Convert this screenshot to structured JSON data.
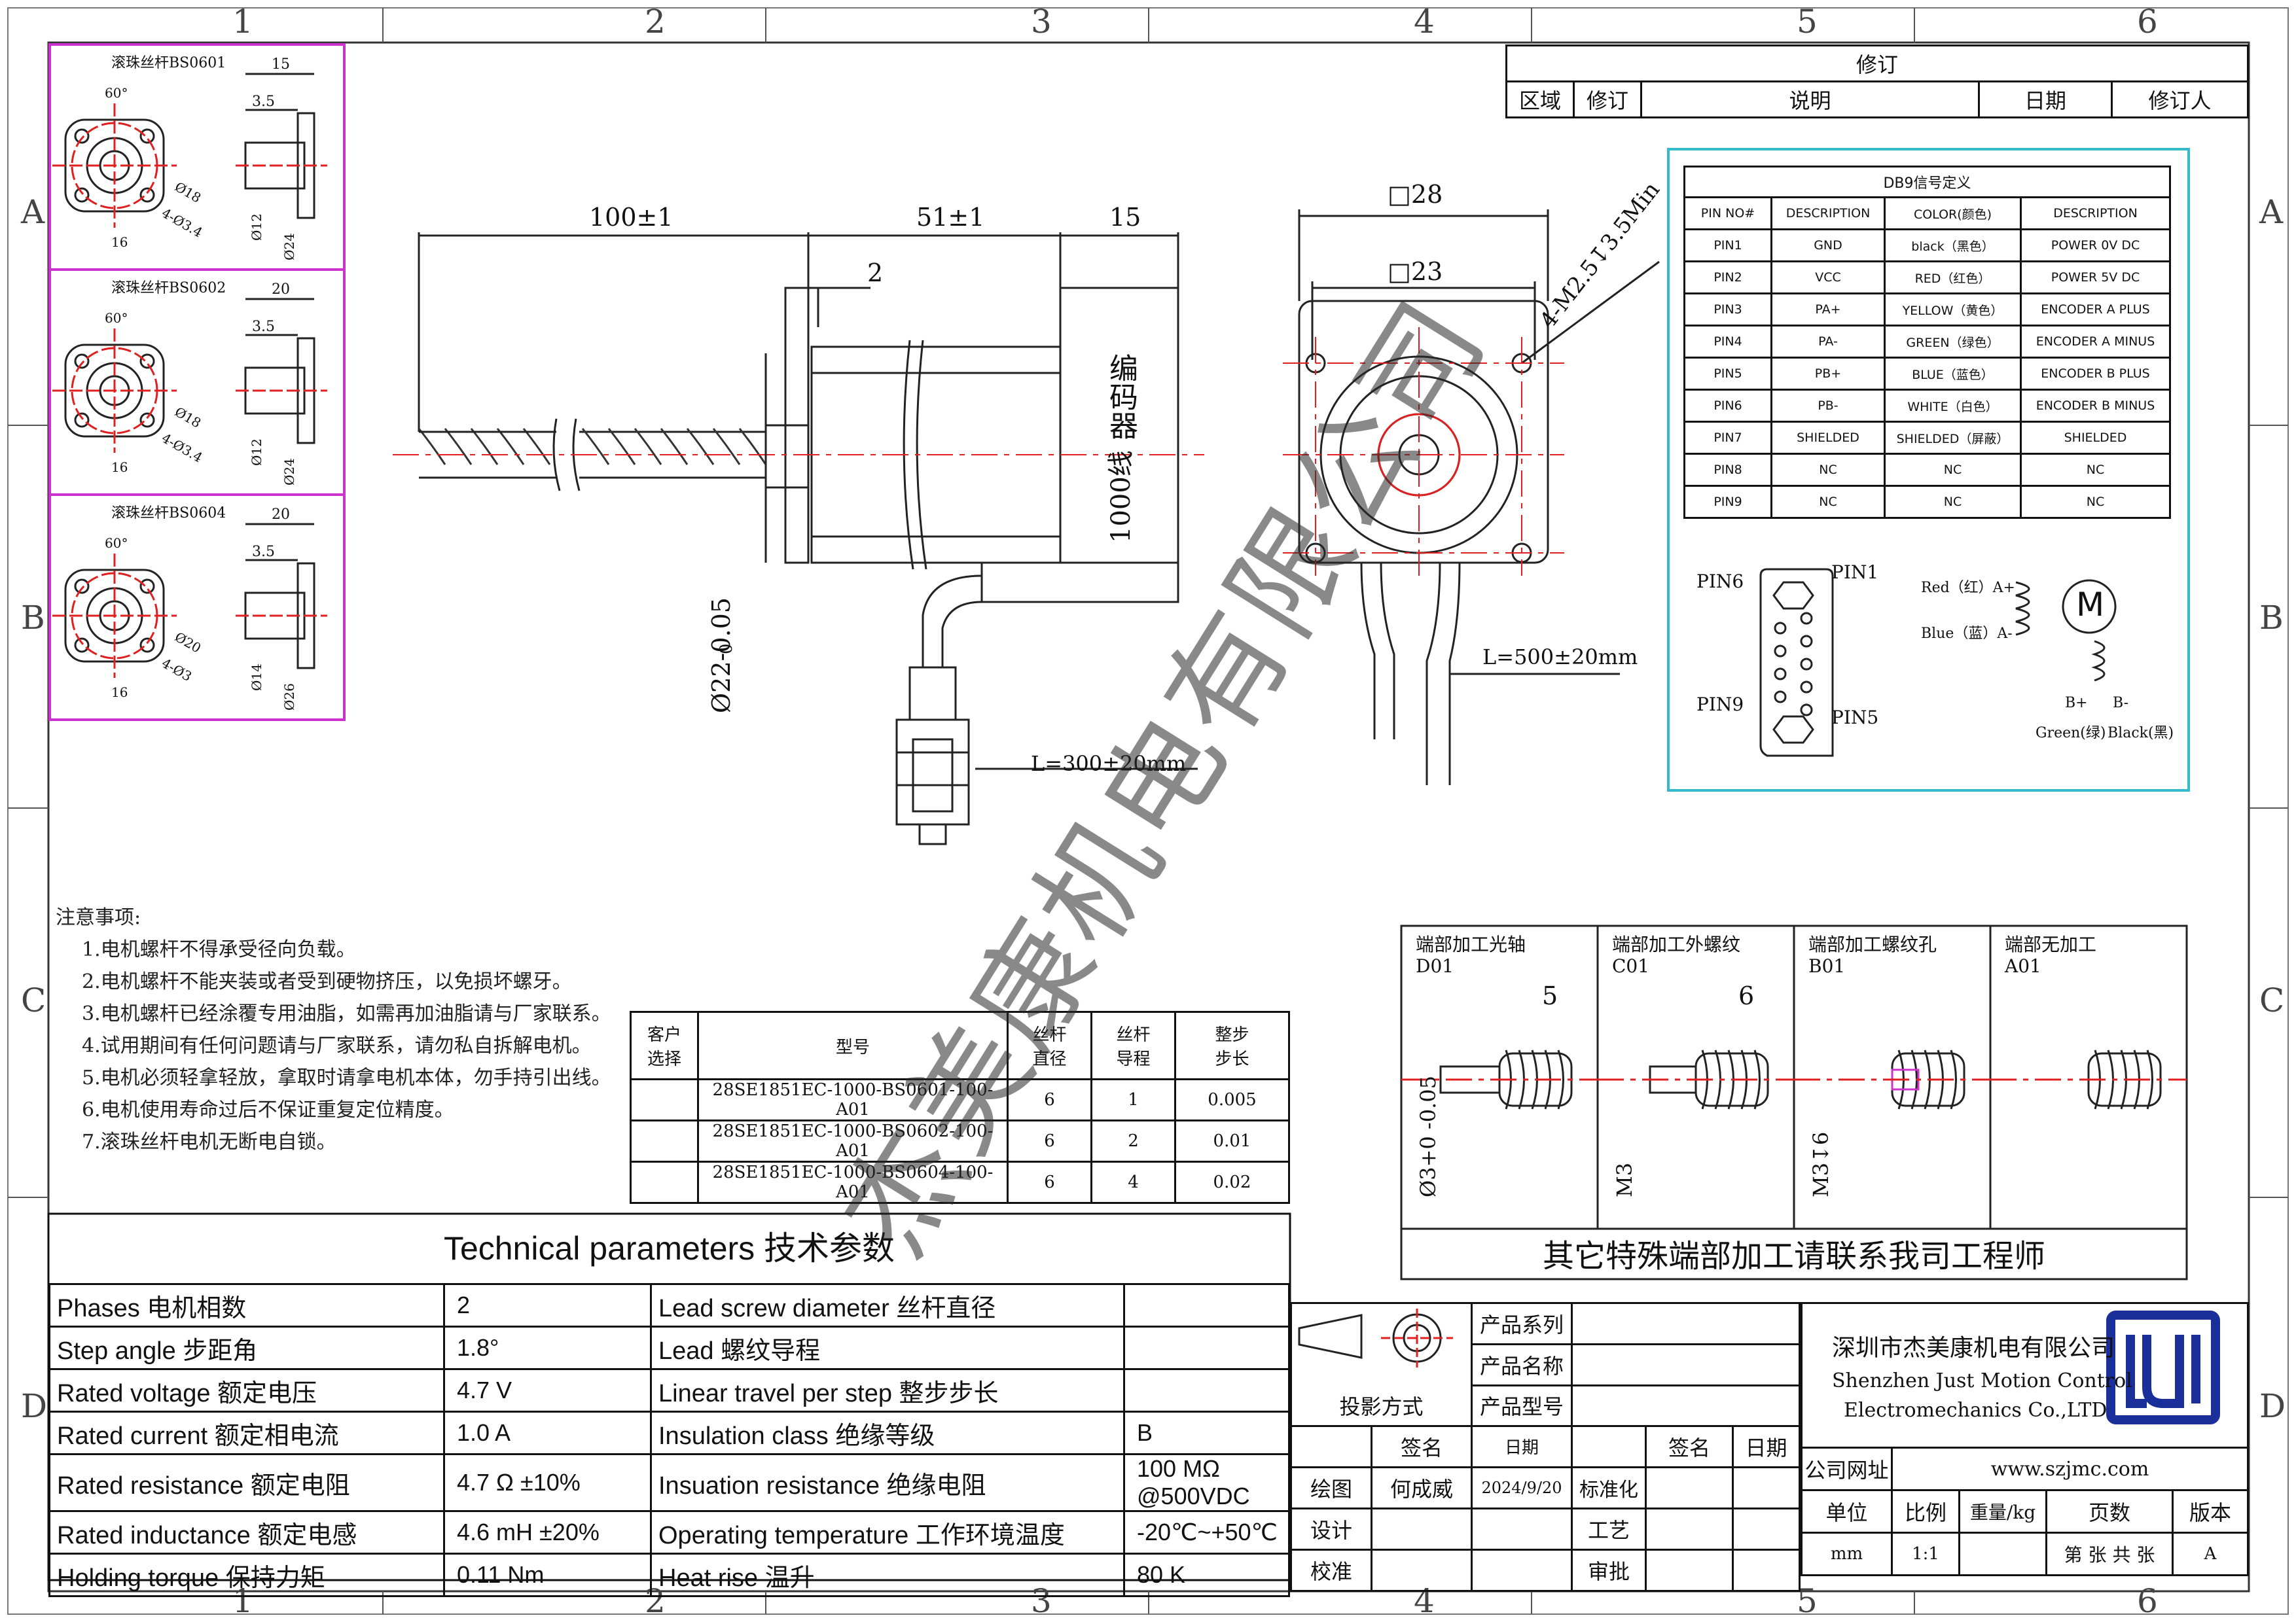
{
  "zones": {
    "cols": [
      "1",
      "2",
      "3",
      "4",
      "5",
      "6"
    ],
    "rows": [
      "A",
      "B",
      "C",
      "D"
    ]
  },
  "revision": {
    "title": "修订",
    "headers": [
      "区域",
      "修订",
      "说明",
      "日期",
      "修订人"
    ]
  },
  "variants": [
    {
      "name": "滚珠丝杆BS0601",
      "dims": [
        "15",
        "3.5",
        "60°",
        "Ø18",
        "4-Ø3.4",
        "16",
        "Ø12",
        "Ø24"
      ]
    },
    {
      "name": "滚珠丝杆BS0602",
      "dims": [
        "20",
        "3.5",
        "60°",
        "Ø18",
        "4-Ø3.4",
        "16",
        "Ø12",
        "Ø24"
      ]
    },
    {
      "name": "滚珠丝杆BS0604",
      "dims": [
        "20",
        "3.5",
        "60°",
        "Ø20",
        "4-Ø3",
        "16",
        "Ø14",
        "Ø26"
      ]
    }
  ],
  "side_view": {
    "dim_total": "100±1",
    "dim_body": "51±1",
    "dim_encoder": "15",
    "dim_flange": "2",
    "dim_shaft": "Ø22-0.05",
    "dim_shaft_tol": "0",
    "encoder_label": "编码器",
    "encoder_lines": "1000线",
    "cable_len": "L=300±20mm"
  },
  "front_view": {
    "outer": "□28",
    "inner": "□23",
    "holes": "4-M2.5↧3.5Min",
    "cable_len": "L=500±20mm"
  },
  "db9": {
    "title": "DB9信号定义",
    "headers": [
      "PIN NO#",
      "DESCRIPTION",
      "COLOR(颜色)",
      "DESCRIPTION"
    ],
    "rows": [
      [
        "PIN1",
        "GND",
        "black（黑色）",
        "POWER 0V DC"
      ],
      [
        "PIN2",
        "VCC",
        "RED（红色）",
        "POWER 5V DC"
      ],
      [
        "PIN3",
        "PA+",
        "YELLOW（黄色）",
        "ENCODER A PLUS"
      ],
      [
        "PIN4",
        "PA-",
        "GREEN（绿色）",
        "ENCODER A MINUS"
      ],
      [
        "PIN5",
        "PB+",
        "BLUE（蓝色）",
        "ENCODER B PLUS"
      ],
      [
        "PIN6",
        "PB-",
        "WHITE（白色）",
        "ENCODER B MINUS"
      ],
      [
        "PIN7",
        "SHIELDED",
        "SHIELDED（屏蔽）",
        "SHIELDED"
      ],
      [
        "PIN8",
        "NC",
        "NC",
        "NC"
      ],
      [
        "PIN9",
        "NC",
        "NC",
        "NC"
      ]
    ],
    "connector_labels": {
      "pin6": "PIN6",
      "pin1": "PIN1",
      "pin9": "PIN9",
      "pin5": "PIN5"
    },
    "motor_labels": {
      "red": "Red（红）A+",
      "blue": "Blue（蓝）A-",
      "m": "M",
      "bp": "B+",
      "bm": "B-",
      "green": "Green(绿)",
      "black": "Black(黑)"
    }
  },
  "notes": {
    "title": "注意事项:",
    "items": [
      "1.电机螺杆不得承受径向负载。",
      "2.电机螺杆不能夹装或者受到硬物挤压，以免损坏螺牙。",
      "3.电机螺杆已经涂覆专用油脂，如需再加油脂请与厂家联系。",
      "4.试用期间有任何问题请与厂家联系，请勿私自拆解电机。",
      "5.电机必须轻拿轻放，拿取时请拿电机本体，勿手持引出线。",
      "6.电机使用寿命过后不保证重复定位精度。",
      "7.滚珠丝杆电机无断电自锁。"
    ]
  },
  "models": {
    "headers": [
      "客户\n选择",
      "型号",
      "丝杆\n直径",
      "丝杆\n导程",
      "整步\n步长"
    ],
    "rows": [
      [
        "",
        "28SE1851EC-1000-BS0601-100-A01",
        "6",
        "1",
        "0.005"
      ],
      [
        "",
        "28SE1851EC-1000-BS0602-100-A01",
        "6",
        "2",
        "0.01"
      ],
      [
        "",
        "28SE1851EC-1000-BS0604-100-A01",
        "6",
        "4",
        "0.02"
      ]
    ]
  },
  "ends": {
    "cols": [
      {
        "title": "端部加工光轴",
        "code": "D01",
        "dim": "5",
        "dim2": "Ø3+0 -0.05"
      },
      {
        "title": "端部加工外螺纹",
        "code": "C01",
        "dim": "6",
        "dim2": "M3"
      },
      {
        "title": "端部加工螺纹孔",
        "code": "B01",
        "dim": "",
        "dim2": "M3↧6"
      },
      {
        "title": "端部无加工",
        "code": "A01",
        "dim": "",
        "dim2": ""
      }
    ],
    "footer": "其它特殊端部加工请联系我司工程师"
  },
  "tech": {
    "title": "Technical parameters 技术参数",
    "rows": [
      [
        "Phases 电机相数",
        "2",
        "Lead screw diameter 丝杆直径",
        ""
      ],
      [
        "Step angle 步距角",
        "1.8°",
        "Lead 螺纹导程",
        ""
      ],
      [
        "Rated voltage 额定电压",
        "4.7 V",
        "Linear travel per step 整步步长",
        ""
      ],
      [
        "Rated current 额定相电流",
        "1.0 A",
        "Insulation class 绝缘等级",
        "B"
      ],
      [
        "Rated resistance 额定电阻",
        "4.7 Ω  ±10%",
        "Insuation resistance 绝缘电阻",
        "100 MΩ @500VDC"
      ],
      [
        "Rated inductance 额定电感",
        "4.6 mH ±20%",
        "Operating temperature 工作环境温度",
        "-20℃~+50℃"
      ],
      [
        "Holding torque 保持力矩",
        "0.11 Nm",
        "Heat rise 温升",
        "80 K"
      ]
    ]
  },
  "titleblock": {
    "product_series": "产品系列",
    "product_name": "产品名称",
    "product_model": "产品型号",
    "projection": "投影方式",
    "sign": "签名",
    "date": "日期",
    "sign2": "签名",
    "date2": "日期",
    "draw": "绘图",
    "drawer": "何成威",
    "draw_date": "2024/9/20",
    "standard": "标准化",
    "design": "设计",
    "process": "工艺",
    "check": "校准",
    "approve": "审批",
    "company_cn": "深圳市杰美康机电有限公司",
    "company_en1": "Shenzhen Just Motion Control",
    "company_en2": "Electromechanics Co.,LTD",
    "website_label": "公司网址",
    "website": "www.szjmc.com",
    "unit": "单位",
    "scale": "比例",
    "weight": "重量/kg",
    "pages": "页数",
    "version": "版本",
    "unit_v": "mm",
    "scale_v": "1:1",
    "pages_v": "第 张 共 张",
    "version_v": "A"
  },
  "watermark": "杰美康机电有限公司",
  "colors": {
    "magenta": "#cc33cc",
    "cyan": "#33bbcc",
    "red": "#e02020",
    "logo_blue": "#1a2f9a"
  }
}
